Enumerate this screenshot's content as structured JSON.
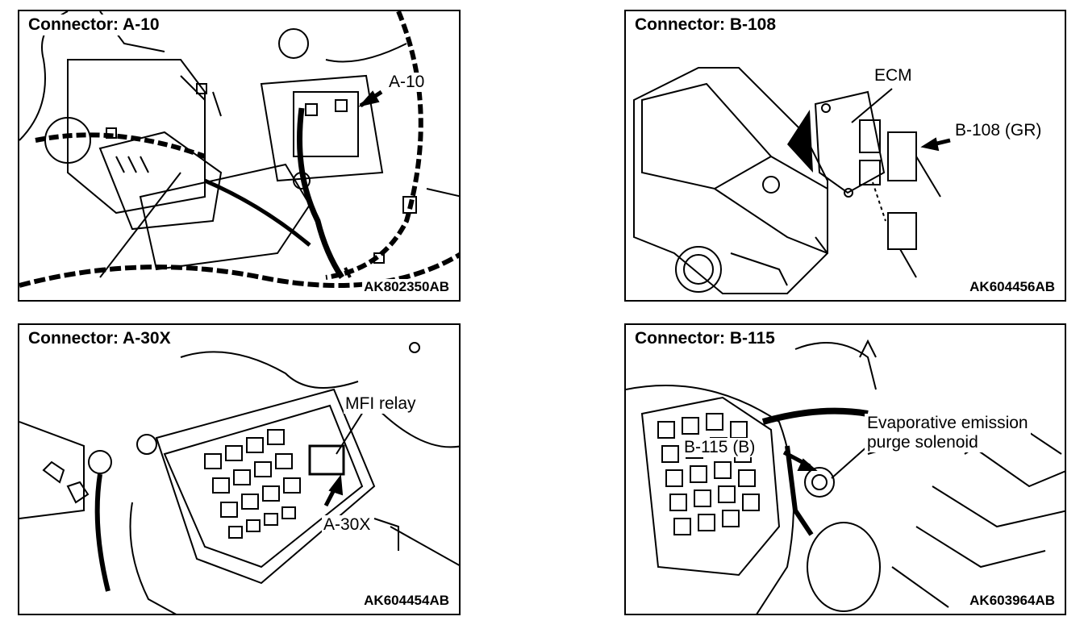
{
  "panels": {
    "a10": {
      "title": "Connector: A-10",
      "code": "AK802350AB",
      "callouts": {
        "connector": "A-10"
      }
    },
    "b108": {
      "title": "Connector: B-108",
      "code": "AK604456AB",
      "callouts": {
        "ecm": "ECM",
        "connector": "B-108 (GR)"
      }
    },
    "a30x": {
      "title": "Connector: A-30X",
      "code": "AK604454AB",
      "callouts": {
        "relay": "MFI relay",
        "connector": "A-30X"
      }
    },
    "b115": {
      "title": "Connector: B-115",
      "code": "AK603964AB",
      "callouts": {
        "solenoid_line1": "Evaporative emission",
        "solenoid_line2": "purge solenoid",
        "connector": "B-115 (B)"
      }
    }
  }
}
